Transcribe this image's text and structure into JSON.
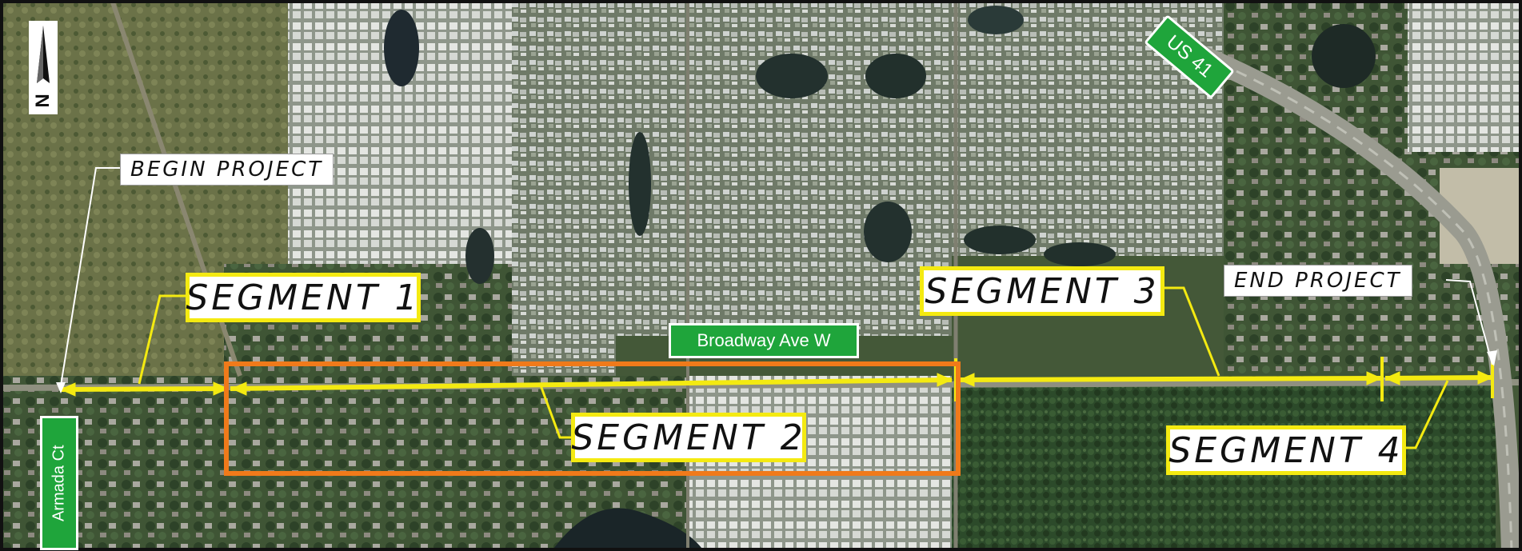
{
  "map": {
    "labels": {
      "begin_project": "BEGIN PROJECT",
      "end_project": "END PROJECT",
      "segment_1": "SEGMENT 1",
      "segment_2": "SEGMENT 2",
      "segment_3": "SEGMENT 3",
      "segment_4": "SEGMENT 4"
    },
    "streets": {
      "broadway": "Broadway Ave W",
      "armada": "Armada Ct",
      "us41": "US 41"
    },
    "north_arrow": {
      "icon": "north-arrow-icon",
      "letter": "N"
    },
    "colors": {
      "segment_line": "#f4ea11",
      "segment_2_box": "#f07a1a",
      "street_sign": "#1fa53b"
    }
  }
}
